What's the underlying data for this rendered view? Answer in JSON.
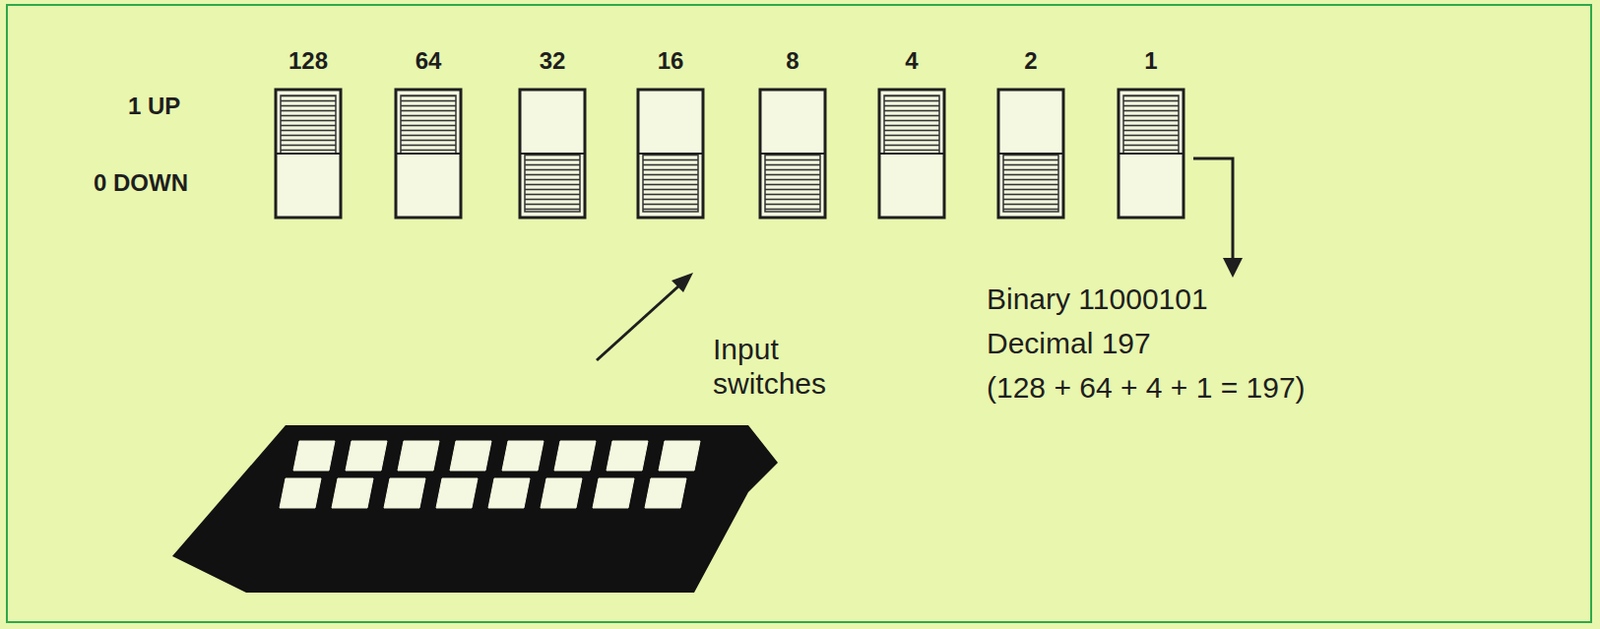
{
  "diagram": {
    "labels": [
      "128",
      "64",
      "32",
      "16",
      "8",
      "4",
      "2",
      "1",
      "1 UP",
      "0 DOWN",
      "Input switches",
      "Binary 11000101",
      "Decimal 197",
      "(128 + 64 + 4 + 1 = 197)"
    ]
  }
}
